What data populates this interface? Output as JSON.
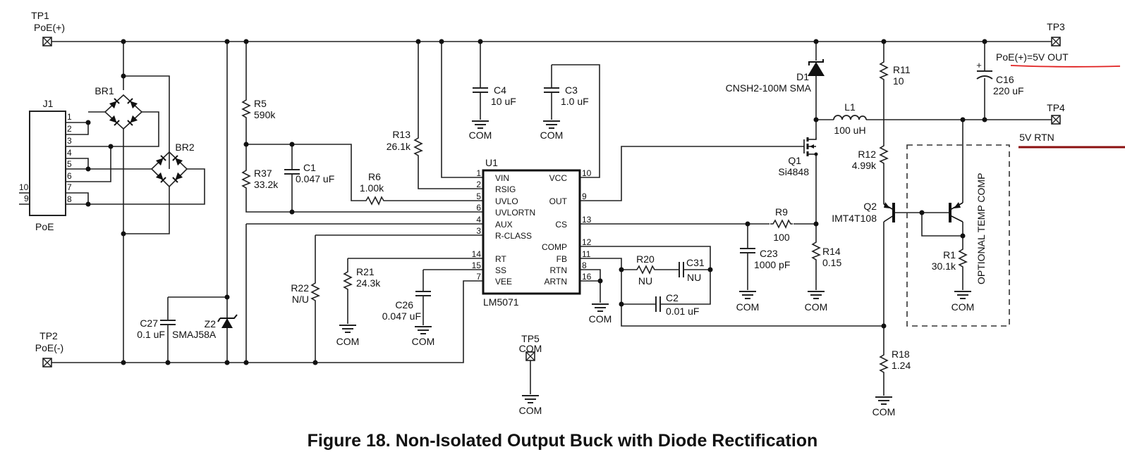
{
  "caption": "Figure 18.  Non-Isolated Output Buck with Diode Rectification",
  "annotations": {
    "out_line_color": "#e02020",
    "rtn_line_color": "#8b1010"
  },
  "test_points": {
    "tp1": {
      "ref": "TP1",
      "net": "PoE(+)"
    },
    "tp2": {
      "ref": "TP2",
      "net": "PoE(-)"
    },
    "tp3": {
      "ref": "TP3",
      "net": "PoE(+)=5V OUT"
    },
    "tp4": {
      "ref": "TP4",
      "net": "5V RTN"
    },
    "tp5": {
      "ref": "TP5",
      "net": "COM"
    }
  },
  "connector": {
    "ref": "J1",
    "name": "PoE",
    "pins": [
      "1",
      "2",
      "3",
      "4",
      "5",
      "6",
      "7",
      "8",
      "10",
      "9"
    ]
  },
  "bridges": {
    "br1": "BR1",
    "br2": "BR2"
  },
  "ic": {
    "ref": "U1",
    "part": "LM5071",
    "left_pins": [
      {
        "num": "1",
        "name": "VIN"
      },
      {
        "num": "2",
        "name": "RSIG"
      },
      {
        "num": "5",
        "name": "UVLO"
      },
      {
        "num": "6",
        "name": "UVLORTN"
      },
      {
        "num": "4",
        "name": "AUX"
      },
      {
        "num": "3",
        "name": "R-CLASS"
      },
      {
        "num": "14",
        "name": "RT"
      },
      {
        "num": "15",
        "name": "SS"
      },
      {
        "num": "7",
        "name": "VEE"
      }
    ],
    "right_pins": [
      {
        "num": "10",
        "name": "VCC"
      },
      {
        "num": "9",
        "name": "OUT"
      },
      {
        "num": "13",
        "name": "CS"
      },
      {
        "num": "12",
        "name": "COMP"
      },
      {
        "num": "11",
        "name": "FB"
      },
      {
        "num": "8",
        "name": "RTN"
      },
      {
        "num": "16",
        "name": "ARTN"
      }
    ]
  },
  "components": {
    "R5": {
      "ref": "R5",
      "value": "590k"
    },
    "R37": {
      "ref": "R37",
      "value": "33.2k"
    },
    "C1": {
      "ref": "C1",
      "value": "0.047 uF"
    },
    "R6": {
      "ref": "R6",
      "value": "1.00k"
    },
    "R13": {
      "ref": "R13",
      "value": "26.1k"
    },
    "C4": {
      "ref": "C4",
      "value": "10 uF"
    },
    "C3": {
      "ref": "C3",
      "value": "1.0 uF"
    },
    "C27": {
      "ref": "C27",
      "value": "0.1 uF"
    },
    "Z2": {
      "ref": "Z2",
      "value": "SMAJ58A"
    },
    "R22": {
      "ref": "R22",
      "value": "N/U"
    },
    "R21": {
      "ref": "R21",
      "value": "24.3k"
    },
    "C26": {
      "ref": "C26",
      "value": "0.047 uF"
    },
    "D1": {
      "ref": "D1",
      "value": "CNSH2-100M SMA"
    },
    "L1": {
      "ref": "L1",
      "value": "100 uH"
    },
    "Q1": {
      "ref": "Q1",
      "value": "Si4848"
    },
    "R9": {
      "ref": "R9",
      "value": "100"
    },
    "C23": {
      "ref": "C23",
      "value": "1000 pF"
    },
    "R14": {
      "ref": "R14",
      "value": "0.15"
    },
    "R20": {
      "ref": "R20",
      "value": "NU"
    },
    "C31": {
      "ref": "C31",
      "value": "NU"
    },
    "C2": {
      "ref": "C2",
      "value": "0.01 uF"
    },
    "R11": {
      "ref": "R11",
      "value": "10"
    },
    "R12": {
      "ref": "R12",
      "value": "4.99k"
    },
    "C16": {
      "ref": "C16",
      "value": "220 uF",
      "polarity": "+"
    },
    "Q2": {
      "ref": "Q2",
      "value": "IMT4T108"
    },
    "R1": {
      "ref": "R1",
      "value": "30.1k"
    },
    "R18": {
      "ref": "R18",
      "value": "1.24"
    }
  },
  "ground_label": "COM",
  "optional_block_label": "OPTIONAL TEMP COMP"
}
